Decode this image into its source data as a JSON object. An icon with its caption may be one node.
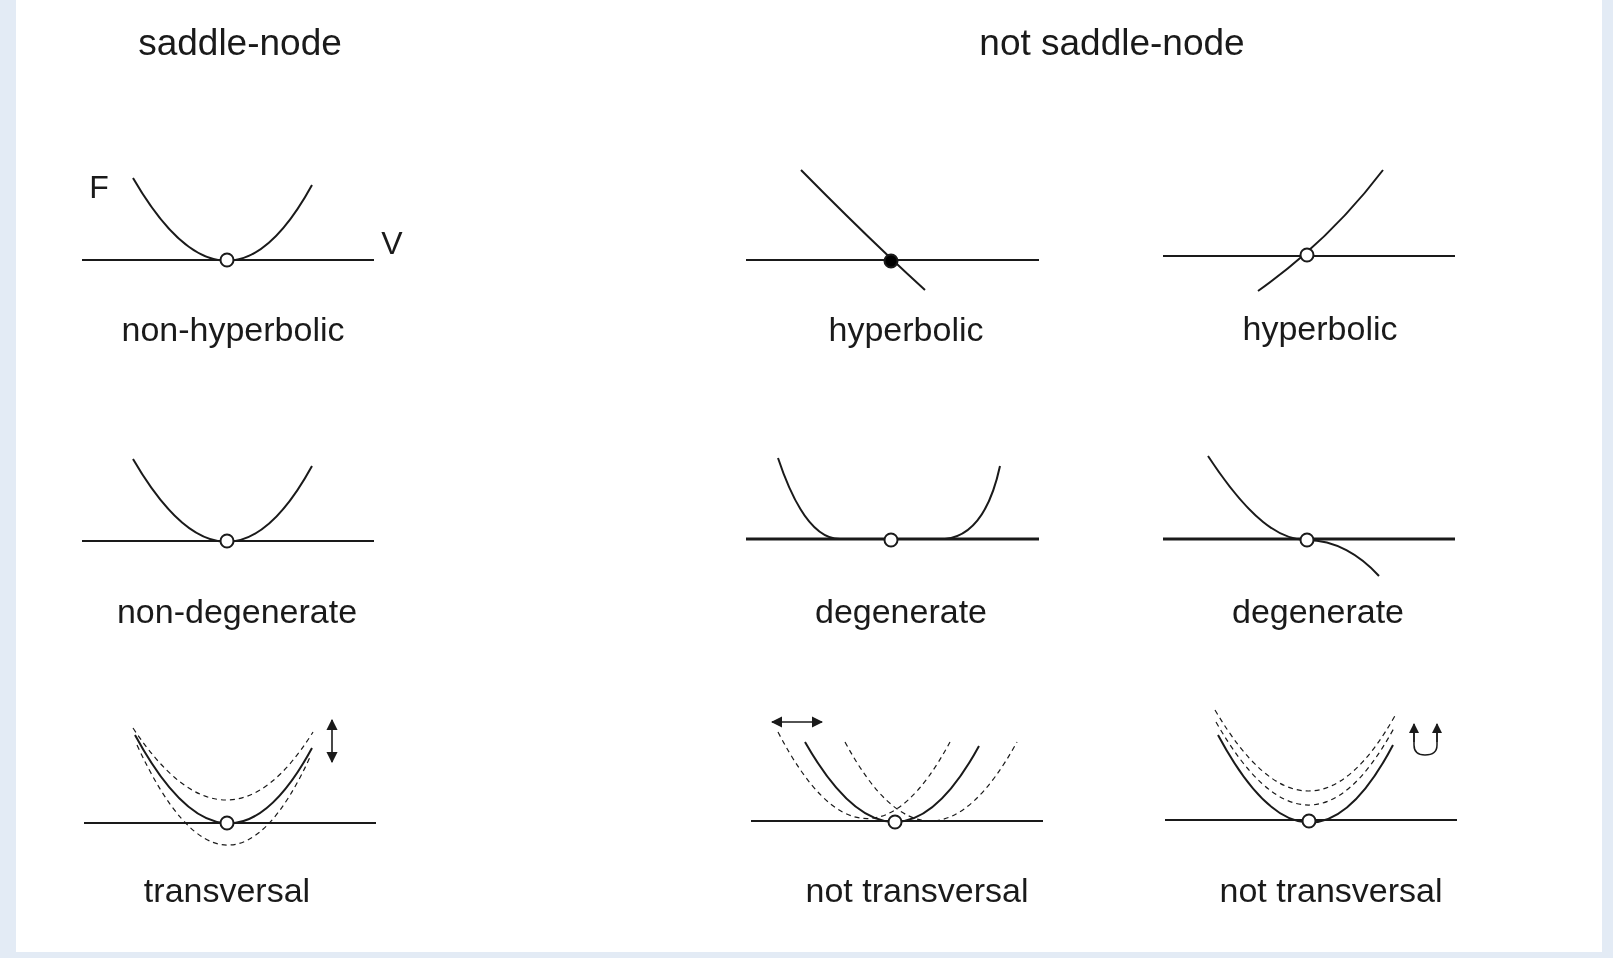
{
  "diagram": {
    "labels": [
      "saddle-node",
      "not saddle-node",
      "F",
      "V",
      "non-hyperbolic",
      "hyperbolic",
      "hyperbolic",
      "non-degenerate",
      "degenerate",
      "degenerate",
      "transversal",
      "not transversal",
      "not transversal"
    ]
  }
}
